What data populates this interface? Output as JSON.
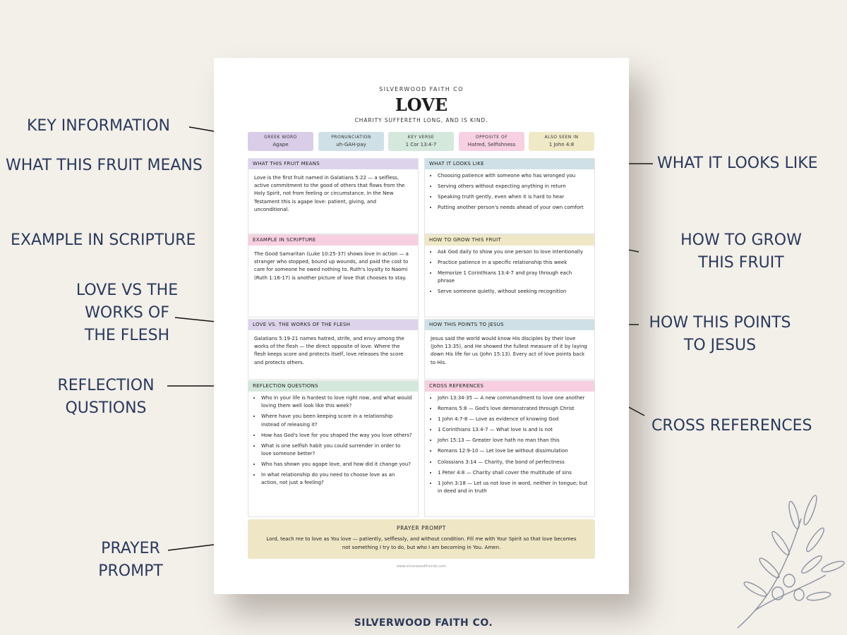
{
  "annotations": {
    "key_information": "KEY INFORMATION",
    "what_this_fruit_means": "WHAT THIS FRUIT MEANS",
    "example_in_scripture": "EXAMPLE IN SCRIPTURE",
    "love_vs_flesh": "LOVE VS THE\nWORKS OF\nTHE FLESH",
    "reflection_questions": "REFLECTION\nQUSTIONS",
    "prayer_prompt": "PRAYER\nPROMPT",
    "what_it_looks_like": "WHAT IT LOOKS LIKE",
    "how_to_grow": "HOW TO GROW\nTHIS FRUIT",
    "points_to_jesus": "HOW THIS POINTS\nTO JESUS",
    "cross_references": "CROSS REFERENCES"
  },
  "footer_brand": "SILVERWOOD FAITH CO.",
  "sheet": {
    "brand": "SILVERWOOD FAITH CO",
    "title": "LOVE",
    "subtitle": "CHARITY SUFFERETH LONG, AND IS KIND.",
    "chips": [
      {
        "key": "GREEK WORD",
        "value": "Agape",
        "color": "#d9cde8"
      },
      {
        "key": "PRONUNCIATION",
        "value": "uh-GAH-pay",
        "color": "#cfe1e6"
      },
      {
        "key": "KEY VERSE",
        "value": "1 Cor 13:4-7",
        "color": "#d4e8dc"
      },
      {
        "key": "OPPOSITE OF",
        "value": "Hatred, Selfishness",
        "color": "#f7d0e2"
      },
      {
        "key": "ALSO SEEN IN",
        "value": "1 John 4:8",
        "color": "#f0e9c8"
      }
    ],
    "what_this_fruit_means": {
      "heading": "WHAT THIS FRUIT MEANS",
      "color": "#ddd4ec",
      "body": "Love is the first fruit named in Galatians 5:22 — a selfless, active commitment to the good of others that flows from the Holy Spirit, not from feeling or circumstance. In the New Testament this is agape love: patient, giving, and unconditional."
    },
    "what_it_looks_like": {
      "heading": "WHAT IT LOOKS LIKE",
      "color": "#cfe1e6",
      "items": [
        "Choosing patience with someone who has wronged you",
        "Serving others without expecting anything in return",
        "Speaking truth gently, even when it is hard to hear",
        "Putting another person's needs ahead of your own comfort"
      ]
    },
    "example_in_scripture": {
      "heading": "EXAMPLE IN SCRIPTURE",
      "color": "#f7cfe0",
      "body": "The Good Samaritan (Luke 10:25-37) shows love in action — a stranger who stopped, bound up wounds, and paid the cost to care for someone he owed nothing to. Ruth's loyalty to Naomi (Ruth 1:16-17) is another picture of love that chooses to stay."
    },
    "how_to_grow": {
      "heading": "HOW TO GROW THIS FRUIT",
      "color": "#efe7c6",
      "items": [
        "Ask God daily to show you one person to love intentionally",
        "Practice patience in a specific relationship this week",
        "Memorize 1 Corinthians 13:4-7 and pray through each phrase",
        "Serve someone quietly, without seeking recognition"
      ]
    },
    "love_vs_flesh": {
      "heading": "LOVE VS. THE WORKS OF THE FLESH",
      "color": "#ddd4ec",
      "body": "Galatians 5:19-21 names hatred, strife, and envy among the works of the flesh — the direct opposite of love. Where the flesh keeps score and protects itself, love releases the score and protects others."
    },
    "points_to_jesus": {
      "heading": "HOW THIS POINTS TO JESUS",
      "color": "#cfe1e6",
      "body": "Jesus said the world would know His disciples by their love (John 13:35), and He showed the fullest measure of it by laying down His life for us (John 15:13). Every act of love points back to His."
    },
    "reflection_questions": {
      "heading": "REFLECTION QUESTIONS",
      "color": "#d4e8dc",
      "items": [
        "Who in your life is hardest to love right now, and what would loving them well look like this week?",
        "Where have you been keeping score in a relationship instead of releasing it?",
        "How has God's love for you shaped the way you love others?",
        "What is one selfish habit you could surrender in order to love someone better?",
        "Who has shown you agape love, and how did it change you?",
        "In what relationship do you need to choose love as an action, not just a feeling?"
      ]
    },
    "cross_references": {
      "heading": "CROSS REFERENCES",
      "color": "#f7cfe0",
      "items": [
        "John 13:34-35 — A new commandment to love one another",
        "Romans 5:8 — God's love demonstrated through Christ",
        "1 John 4:7-8 — Love as evidence of knowing God",
        "1 Corinthians 13:4-7 — What love is and is not",
        "John 15:13 — Greater love hath no man than this",
        "Romans 12:9-10 — Let love be without dissimulation",
        "Colossians 3:14 — Charity, the bond of perfectness",
        "1 Peter 4:8 — Charity shall cover the multitude of sins",
        "1 John 3:18 — Let us not love in word, neither in tongue; but in deed and in truth"
      ]
    },
    "prayer": {
      "heading": "PRAYER PROMPT",
      "body": "Lord, teach me to love as You love — patiently, selflessly, and without condition. Fill me with Your Spirit so that love becomes not something I try to do, but who I am becoming in You. Amen."
    },
    "url": "www.silverwoodfriends.com"
  }
}
